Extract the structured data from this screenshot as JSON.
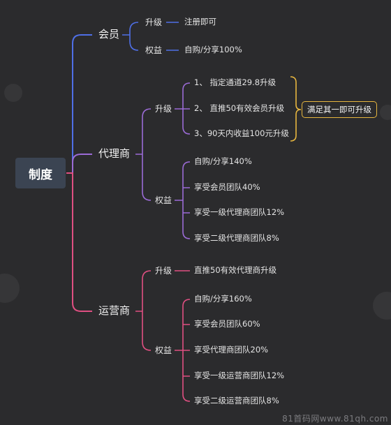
{
  "root": "制度",
  "colors": {
    "member": "#4f6fe6",
    "agent": "#9b6bd6",
    "operator": "#e04f82",
    "tag_border": "#e7b63f"
  },
  "member": {
    "label": "会员",
    "upgrade": {
      "label": "升级",
      "items": [
        "注册即可"
      ]
    },
    "rights": {
      "label": "权益",
      "items": [
        "自购/分享100%"
      ]
    }
  },
  "agent": {
    "label": "代理商",
    "upgrade": {
      "label": "升级",
      "items": [
        "1、 指定通道29.8升级",
        "2、 直推50有效会员升级",
        "3、90天内收益100元升级"
      ]
    },
    "rights": {
      "label": "权益",
      "items": [
        "自购/分享140%",
        "享受会员团队40%",
        "享受一级代理商团队12%",
        "享受二级代理商团队8%"
      ]
    }
  },
  "operator": {
    "label": "运营商",
    "upgrade": {
      "label": "升级",
      "items": [
        "直推50有效代理商升级"
      ]
    },
    "rights": {
      "label": "权益",
      "items": [
        "自购/分享160%",
        "享受会员团队60%",
        "享受代理商团队20%",
        "享受一级运营商团队12%",
        "享受二级运营商团队8%"
      ]
    }
  },
  "condition_note": "满足其一即可升级",
  "watermark": "81首码网www.81qh.com"
}
